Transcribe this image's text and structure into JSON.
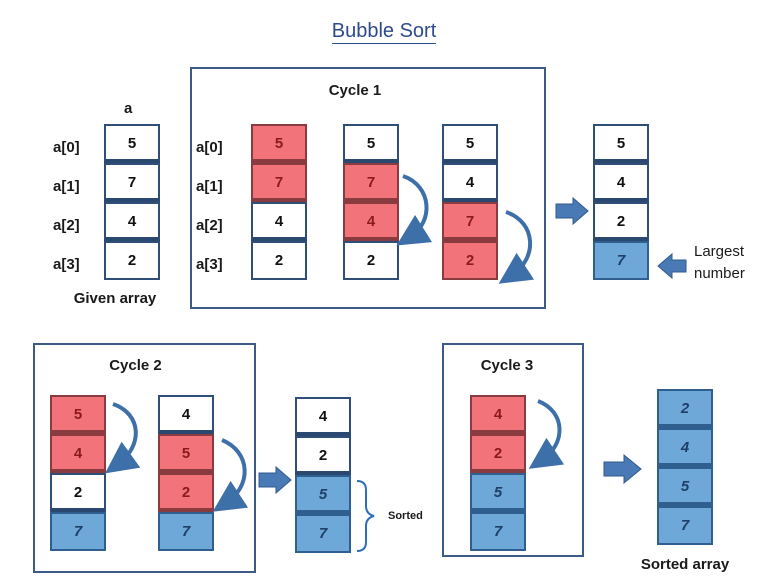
{
  "title": "Bubble Sort",
  "given": {
    "header": "a",
    "labels": [
      "a[0]",
      "a[1]",
      "a[2]",
      "a[3]"
    ],
    "values": [
      "5",
      "7",
      "4",
      "2"
    ],
    "caption": "Given array"
  },
  "cycle1": {
    "heading": "Cycle 1",
    "labels": [
      "a[0]",
      "a[1]",
      "a[2]",
      "a[3]"
    ],
    "step1": [
      "5",
      "7",
      "4",
      "2"
    ],
    "step2": [
      "5",
      "7",
      "4",
      "2"
    ],
    "step3": [
      "5",
      "4",
      "7",
      "2"
    ]
  },
  "after_cycle1": {
    "values": [
      "5",
      "4",
      "2",
      "7"
    ],
    "note": "Largest\nnumber"
  },
  "cycle2": {
    "heading": "Cycle 2",
    "step1": [
      "5",
      "4",
      "2",
      "7"
    ],
    "step2": [
      "4",
      "5",
      "2",
      "7"
    ]
  },
  "after_cycle2": {
    "values": [
      "4",
      "2",
      "5",
      "7"
    ],
    "sorted_label": "Sorted"
  },
  "cycle3": {
    "heading": "Cycle 3",
    "step1": [
      "4",
      "2",
      "5",
      "7"
    ]
  },
  "sorted_array": {
    "values": [
      "2",
      "4",
      "5",
      "7"
    ],
    "caption": "Sorted array"
  },
  "colors": {
    "swap": "#f2747a",
    "sorted": "#6ea8d9",
    "frame": "#3b5a86",
    "arrow": "#3d6fa8"
  },
  "icons": [
    "swap-arrow-icon",
    "right-arrow-icon"
  ]
}
